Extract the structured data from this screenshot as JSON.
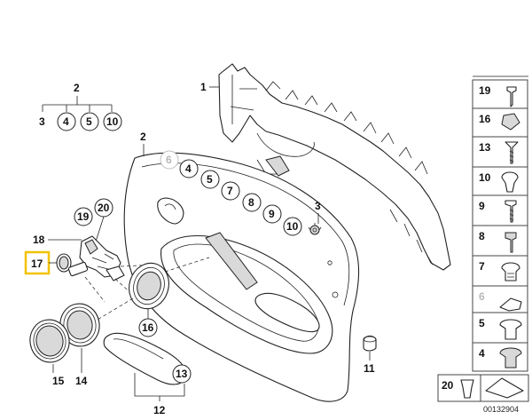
{
  "callouts": {
    "c1": "1",
    "c2a": "2",
    "c2b": "2",
    "c3a": "3",
    "c4a": "4",
    "c5a": "5",
    "c10a": "10",
    "c6": "6",
    "c4b": "4",
    "c5b": "5",
    "c7": "7",
    "c8": "8",
    "c9": "9",
    "c10b": "10",
    "c3b": "3",
    "c11": "11",
    "c12": "12",
    "c13": "13",
    "c14": "14",
    "c15": "15",
    "c16": "16",
    "c17": "17",
    "c18": "18",
    "c19": "19",
    "c20": "20"
  },
  "sidebar": {
    "items": [
      "19",
      "16",
      "13",
      "10",
      "9",
      "8",
      "7",
      "6",
      "5",
      "4"
    ],
    "bottom_label": "20"
  },
  "reference_number": "00132904",
  "colors": {
    "highlight": "#f2c200",
    "ink": "#222222",
    "inactive": "#b8b8b8"
  }
}
